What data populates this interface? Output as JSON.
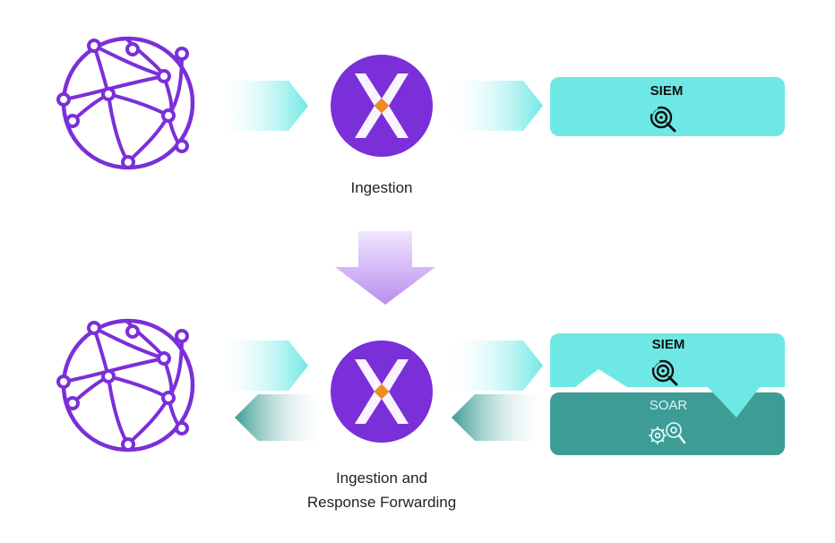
{
  "diagram": {
    "top_row": {
      "caption": "Ingestion",
      "destination_label": "SIEM"
    },
    "bottom_row": {
      "caption_line1": "Ingestion and",
      "caption_line2": "Response Forwarding",
      "destination_top_label": "SIEM",
      "destination_bottom_label": "SOAR"
    },
    "icons": {
      "network": "globe-network-icon",
      "hub": "x-logo-icon",
      "siem": "target-search-icon",
      "soar": "gears-search-icon",
      "transition": "down-arrow-icon"
    },
    "colors": {
      "purple": "#7b2fd8",
      "purple_light": "#c9a8f2",
      "cyan": "#6ee8e5",
      "teal": "#3d9c95",
      "orange": "#f08a24"
    }
  }
}
